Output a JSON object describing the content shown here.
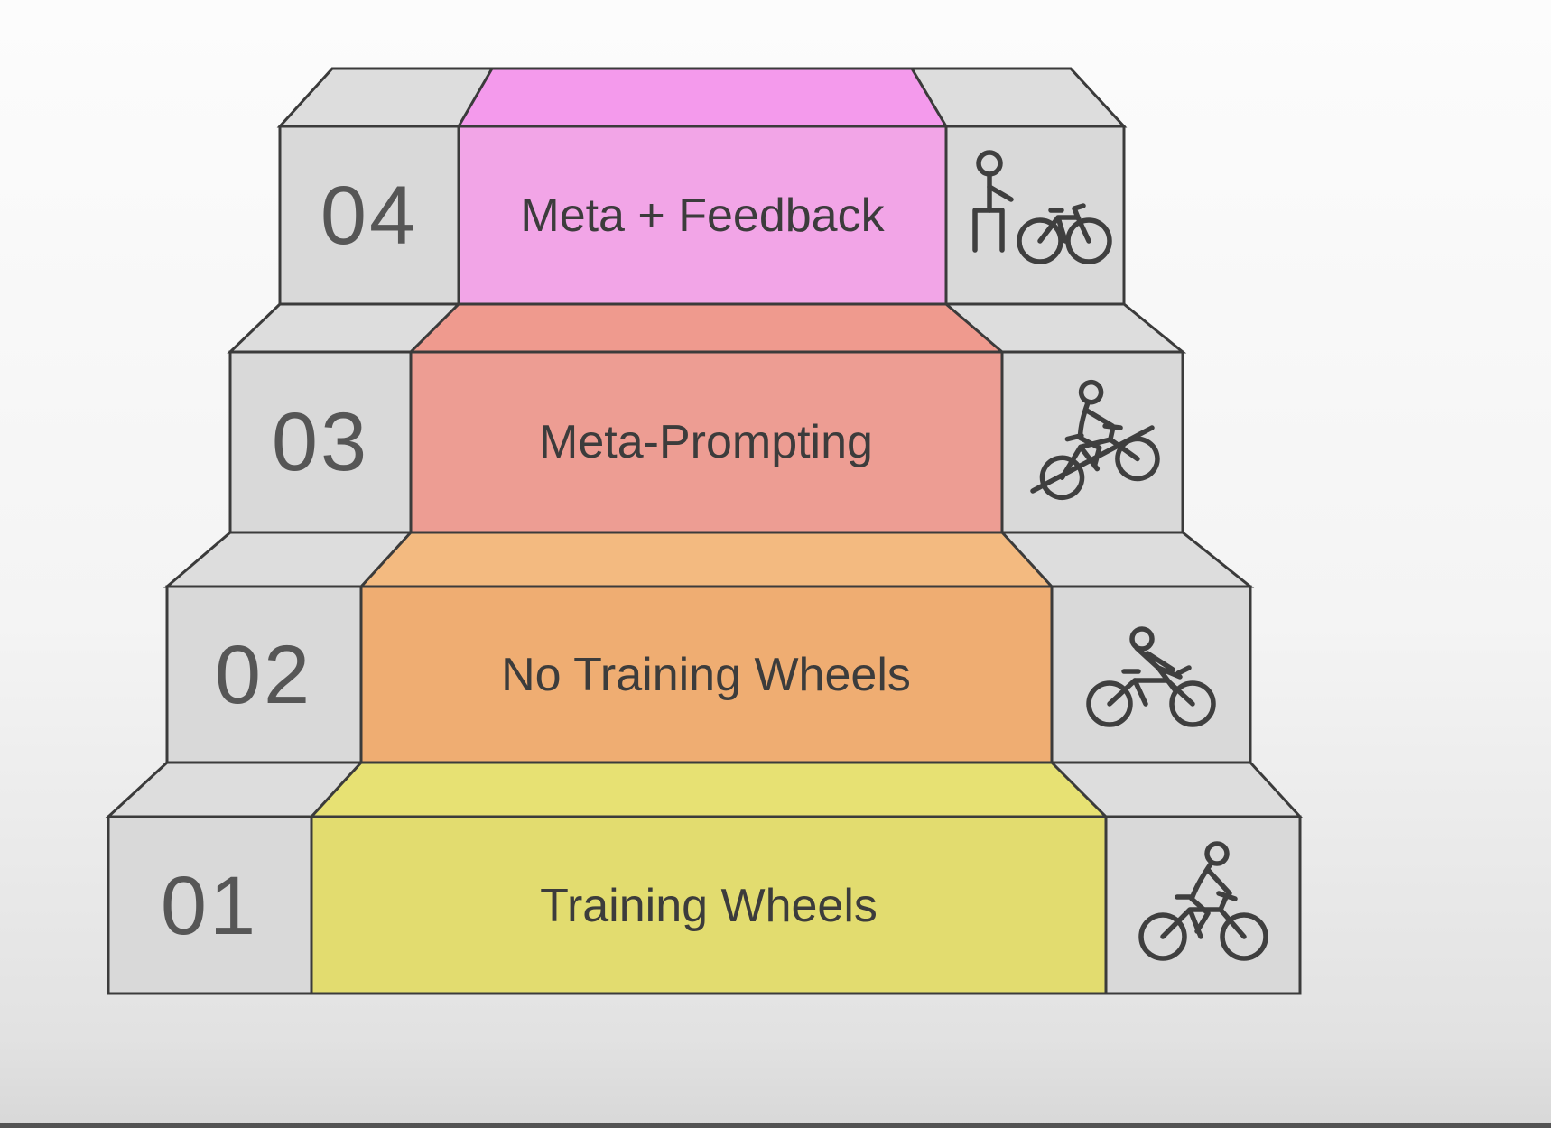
{
  "diagram": {
    "steps": [
      {
        "number": "01",
        "label": "Training Wheels",
        "front_color": "#e2dc6f",
        "top_color": "#e7e173",
        "icon": "cyclist-riding-icon"
      },
      {
        "number": "02",
        "label": "No Training Wheels",
        "front_color": "#efad72",
        "top_color": "#f3ba80",
        "icon": "recumbent-cyclist-icon"
      },
      {
        "number": "03",
        "label": "Meta-Prompting",
        "front_color": "#ed9d93",
        "top_color": "#ef9a8e",
        "icon": "mountain-cyclist-icon"
      },
      {
        "number": "04",
        "label": "Meta + Feedback",
        "front_color": "#f2a5e7",
        "top_color": "#f49aec",
        "icon": "person-with-bicycle-icon"
      }
    ],
    "palette": {
      "block_gray_front": "#d9d9d9",
      "block_gray_top": "#dddddd",
      "outline": "#3b3b3b",
      "number_text": "#565656",
      "label_text": "#3c3c3c",
      "icon_stroke": "#3f3f3f",
      "background_top": "#fbfbfb",
      "background_bottom": "#d8d8d8"
    }
  }
}
